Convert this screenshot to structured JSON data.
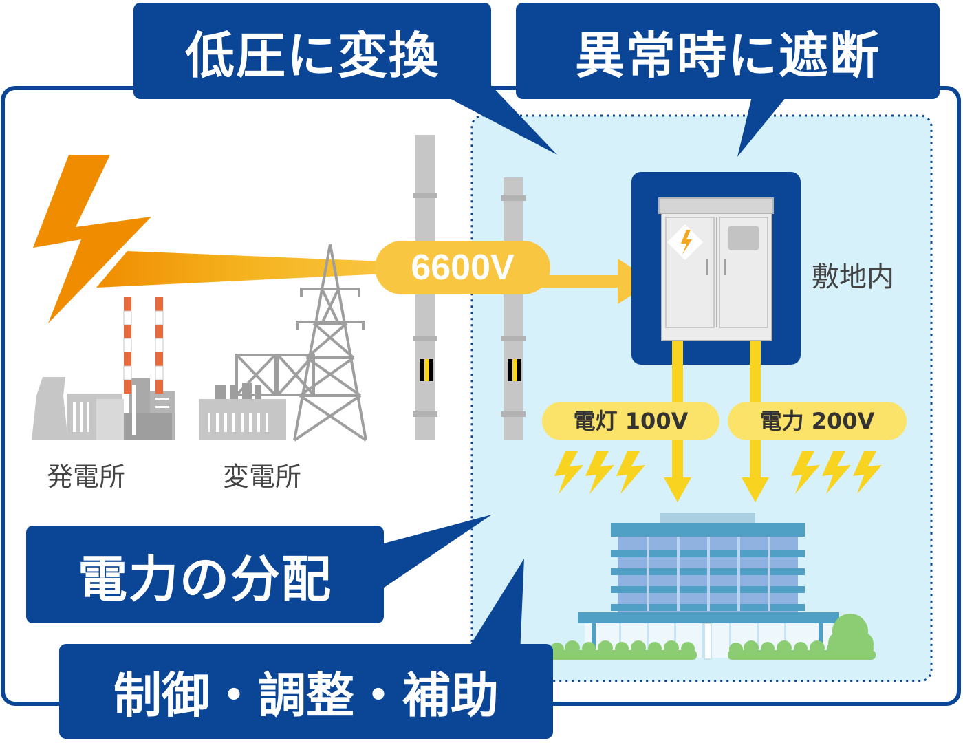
{
  "callouts": {
    "low_voltage": "低圧に変換",
    "interrupt": "異常時に遮断",
    "distribution": "電力の分配",
    "control": "制御・調整・補助"
  },
  "labels": {
    "power_plant": "発電所",
    "substation": "変電所",
    "premises": "敷地内"
  },
  "voltages": {
    "high": "6600V",
    "lighting": "電灯 100V",
    "power": "電力 200V"
  },
  "colors": {
    "navy": "#0a4596",
    "premises_fill": "#d6f1fa",
    "yellow": "#f8d320",
    "orange": "#f08c00",
    "gray": "#c6c6c6"
  }
}
